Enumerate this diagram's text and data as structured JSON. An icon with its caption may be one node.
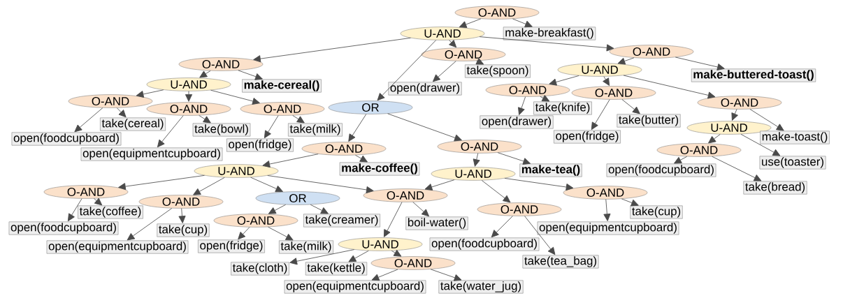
{
  "diagram": {
    "nodes": [
      {
        "text": [
          "O-AND"
        ]
      },
      {
        "text": [
          "U-AND"
        ]
      },
      {
        "text": [
          "make-breakfast()"
        ]
      },
      {
        "text": [
          "O-AND"
        ]
      },
      {
        "text": [
          "O-AND"
        ]
      },
      {
        "text": [
          "O-AND"
        ]
      },
      {
        "text": [
          "U-AND"
        ]
      },
      {
        "text": [
          "make-cereal()"
        ]
      },
      {
        "text": [
          "take(spoon)"
        ]
      },
      {
        "text": [
          "open(drawer)"
        ]
      },
      {
        "text": [
          "OR"
        ]
      },
      {
        "text": [
          "U-AND"
        ]
      },
      {
        "text": [
          "make-buttered-toast()"
        ]
      },
      {
        "text": [
          "O-AND"
        ]
      },
      {
        "text": [
          "O-AND"
        ]
      },
      {
        "text": [
          "O-AND"
        ]
      },
      {
        "text": [
          "take(cereal)"
        ]
      },
      {
        "text": [
          "open(foodcupboard)"
        ]
      },
      {
        "text": [
          "take(bowl)"
        ]
      },
      {
        "text": [
          "take(milk)"
        ]
      },
      {
        "text": [
          "open(fridge)"
        ]
      },
      {
        "text": [
          "open(equipmentcupboard)"
        ]
      },
      {
        "text": [
          "O-AND"
        ]
      },
      {
        "text": [
          "O-AND"
        ]
      },
      {
        "text": [
          "take(knife)"
        ]
      },
      {
        "text": [
          "open(drawer)"
        ]
      },
      {
        "text": [
          "take(butter)"
        ]
      },
      {
        "text": [
          "open(fridge)"
        ]
      },
      {
        "text": [
          "O-AND"
        ]
      },
      {
        "text": [
          "U-AND"
        ]
      },
      {
        "text": [
          "make-toast()"
        ]
      },
      {
        "text": [
          "O-AND"
        ]
      },
      {
        "text": [
          "O-AND"
        ]
      },
      {
        "text": [
          "make-coffee()"
        ]
      },
      {
        "text": [
          "U-AND"
        ]
      },
      {
        "text": [
          "U-AND"
        ]
      },
      {
        "text": [
          "make-tea()"
        ]
      },
      {
        "text": [
          "O-AND"
        ]
      },
      {
        "text": [
          "open(foodcupboard)"
        ]
      },
      {
        "text": [
          "use(toaster)"
        ]
      },
      {
        "text": [
          "take(bread)"
        ]
      },
      {
        "text": [
          "O-AND"
        ]
      },
      {
        "text": [
          "O-AND"
        ]
      },
      {
        "text": [
          "OR"
        ]
      },
      {
        "text": [
          "O-AND"
        ]
      },
      {
        "text": [
          "O-AND"
        ]
      },
      {
        "text": [
          "take(coffee)"
        ]
      },
      {
        "text": [
          "take(cup)"
        ]
      },
      {
        "text": [
          "O-AND"
        ]
      },
      {
        "text": [
          "take(creamer)"
        ]
      },
      {
        "text": [
          "boil-water()"
        ]
      },
      {
        "text": [
          "O-AND"
        ]
      },
      {
        "text": [
          "take(cup)"
        ]
      },
      {
        "text": [
          "open(foodcupboard)"
        ]
      },
      {
        "text": [
          "open(equipmentcupboard)"
        ]
      },
      {
        "text": [
          "open(fridge)"
        ]
      },
      {
        "text": [
          "take(milk)"
        ]
      },
      {
        "text": [
          "U-AND"
        ]
      },
      {
        "text": [
          "open(equipmentcupboard)"
        ]
      },
      {
        "text": [
          "open(foodcupboard)"
        ]
      },
      {
        "text": [
          "take(cloth)"
        ]
      },
      {
        "text": [
          "take(kettle)"
        ]
      },
      {
        "text": [
          "O-AND"
        ]
      },
      {
        "text": [
          "take(tea_bag)"
        ]
      },
      {
        "text": [
          "open(equipmentcupboard)"
        ]
      },
      {
        "text": [
          "take(water_jug)"
        ]
      }
    ],
    "edges": [
      {
        "from": 0,
        "to": 1,
        "arrow": "to"
      },
      {
        "from": 0,
        "to": 2,
        "arrow": "to"
      },
      {
        "from": 1,
        "to": 3,
        "arrow": "to"
      },
      {
        "from": 1,
        "to": 4,
        "arrow": "to"
      },
      {
        "from": 1,
        "to": 5,
        "arrow": "to"
      },
      {
        "from": 1,
        "to": 10,
        "arrow": "to"
      },
      {
        "from": 3,
        "to": 6,
        "arrow": "to"
      },
      {
        "from": 3,
        "to": 7,
        "arrow": "to"
      },
      {
        "from": 4,
        "to": 9,
        "arrow": "to"
      },
      {
        "from": 4,
        "to": 8,
        "arrow": "to"
      },
      {
        "from": 5,
        "to": 11,
        "arrow": "to"
      },
      {
        "from": 5,
        "to": 12,
        "arrow": "to"
      },
      {
        "from": 6,
        "to": 13,
        "arrow": "to"
      },
      {
        "from": 6,
        "to": 14,
        "arrow": "to"
      },
      {
        "from": 6,
        "to": 15,
        "arrow": "to"
      },
      {
        "from": 13,
        "to": 17,
        "arrow": "to"
      },
      {
        "from": 13,
        "to": 16,
        "arrow": "to"
      },
      {
        "from": 14,
        "to": 21,
        "arrow": "to"
      },
      {
        "from": 14,
        "to": 18,
        "arrow": "to"
      },
      {
        "from": 15,
        "to": 20,
        "arrow": "to"
      },
      {
        "from": 15,
        "to": 19,
        "arrow": "to"
      },
      {
        "from": 10,
        "to": 31,
        "arrow": "to"
      },
      {
        "from": 10,
        "to": 32,
        "arrow": "to"
      },
      {
        "from": 11,
        "to": 22,
        "arrow": "to"
      },
      {
        "from": 11,
        "to": 23,
        "arrow": "to"
      },
      {
        "from": 11,
        "to": 28,
        "arrow": "to"
      },
      {
        "from": 22,
        "to": 25,
        "arrow": "to"
      },
      {
        "from": 22,
        "to": 24,
        "arrow": "to"
      },
      {
        "from": 23,
        "to": 27,
        "arrow": "to"
      },
      {
        "from": 23,
        "to": 26,
        "arrow": "to"
      },
      {
        "from": 28,
        "to": 29,
        "arrow": "to"
      },
      {
        "from": 28,
        "to": 30,
        "arrow": "to"
      },
      {
        "from": 29,
        "to": 37,
        "arrow": "to"
      },
      {
        "from": 29,
        "to": 39,
        "arrow": "to"
      },
      {
        "from": 37,
        "to": 38,
        "arrow": "to"
      },
      {
        "from": 37,
        "to": 40,
        "arrow": "to"
      },
      {
        "from": 31,
        "to": 34,
        "arrow": "to"
      },
      {
        "from": 31,
        "to": 33,
        "arrow": "to"
      },
      {
        "from": 32,
        "to": 35,
        "arrow": "to"
      },
      {
        "from": 32,
        "to": 36,
        "arrow": "to"
      },
      {
        "from": 34,
        "to": 41,
        "arrow": "to"
      },
      {
        "from": 34,
        "to": 42,
        "arrow": "to"
      },
      {
        "from": 34,
        "to": 43,
        "arrow": "to"
      },
      {
        "from": 34,
        "to": 44,
        "arrow": "to"
      },
      {
        "from": 35,
        "to": 44,
        "arrow": "to"
      },
      {
        "from": 35,
        "to": 51,
        "arrow": "to"
      },
      {
        "from": 35,
        "to": 45,
        "arrow": "to"
      },
      {
        "from": 41,
        "to": 53,
        "arrow": "to"
      },
      {
        "from": 41,
        "to": 46,
        "arrow": "to"
      },
      {
        "from": 42,
        "to": 54,
        "arrow": "to"
      },
      {
        "from": 42,
        "to": 47,
        "arrow": "to"
      },
      {
        "from": 43,
        "to": 48,
        "arrow": "to"
      },
      {
        "from": 43,
        "to": 49,
        "arrow": "to"
      },
      {
        "from": 48,
        "to": 55,
        "arrow": "to"
      },
      {
        "from": 48,
        "to": 56,
        "arrow": "to"
      },
      {
        "from": 44,
        "to": 57,
        "arrow": "to"
      },
      {
        "from": 44,
        "to": 50,
        "arrow": "to"
      },
      {
        "from": 57,
        "to": 60,
        "arrow": "to"
      },
      {
        "from": 57,
        "to": 61,
        "arrow": "to"
      },
      {
        "from": 57,
        "to": 62,
        "arrow": "to"
      },
      {
        "from": 62,
        "to": 64,
        "arrow": "to"
      },
      {
        "from": 62,
        "to": 65,
        "arrow": "to"
      },
      {
        "from": 51,
        "to": 59,
        "arrow": "to"
      },
      {
        "from": 51,
        "to": 63,
        "arrow": "to"
      },
      {
        "from": 45,
        "to": 58,
        "arrow": "to"
      },
      {
        "from": 45,
        "to": 52,
        "arrow": "to"
      }
    ]
  }
}
